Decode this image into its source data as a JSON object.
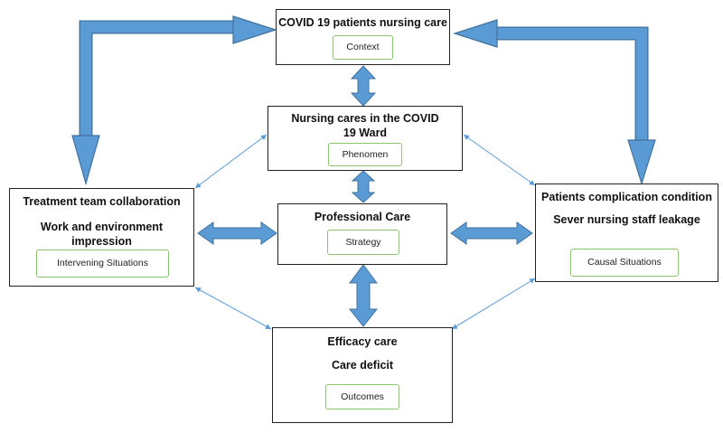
{
  "context": {
    "title": "COVID 19 patients nursing care",
    "tag": "Context"
  },
  "phenomenon": {
    "title": "Nursing cares in the COVID 19 Ward",
    "tag": "Phenomen"
  },
  "strategy": {
    "title": "Professional Care",
    "tag": "Strategy"
  },
  "intervening": {
    "line1": "Treatment team collaboration",
    "line2": "Work and environment impression",
    "tag": "Intervening Situations"
  },
  "causal": {
    "line1": "Patients complication condition",
    "line2": "Sever nursing staff leakage",
    "tag": "Causal Situations"
  },
  "outcomes": {
    "line1": "Efficacy care",
    "line2": "Care deficit",
    "tag": "Outcomes"
  },
  "colors": {
    "arrow_fill": "#5b9bd5",
    "arrow_stroke": "#41719c",
    "tag_border": "#8dc26f",
    "box_border": "#222222"
  }
}
